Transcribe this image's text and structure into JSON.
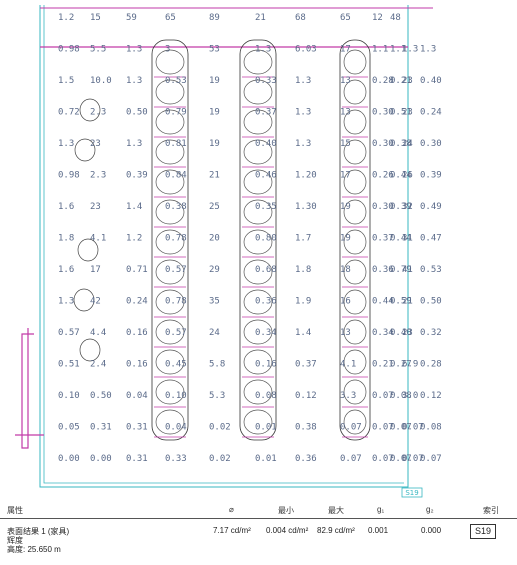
{
  "table": {
    "headers": {
      "attr": "属性",
      "avg": "⌀",
      "min": "最小",
      "max": "最大",
      "g1": "g₁",
      "g2": "g₂",
      "index": "索引"
    },
    "result": {
      "name": "表面结果 1 (家具)",
      "quantity": "辉度",
      "height": "高度: 25.650 m",
      "avg": "7.17 cd/m²",
      "min": "0.004 cd/m²",
      "max": "82.9 cd/m²",
      "g1": "0.001",
      "g2": "0.000",
      "index": "S19"
    }
  },
  "plan": {
    "badge": "S19",
    "rows": [
      [
        "1.2",
        "15",
        "59",
        "65",
        "89",
        "21",
        "68",
        "65",
        "12",
        "48",
        "",
        ""
      ],
      [
        "0.98",
        "5.5",
        "1.3",
        "3",
        "53",
        "1.3",
        "6.03",
        "17",
        "1.1",
        "1.1",
        "1.3",
        "1.3"
      ],
      [
        "1.5",
        "10.0",
        "1.3",
        "0.53",
        "19",
        "0.33",
        "1.3",
        "13",
        "0.28",
        "0.21",
        "23",
        "0.40"
      ],
      [
        "0.72",
        "2.3",
        "0.50",
        "0.79",
        "19",
        "0.37",
        "1.3",
        "13",
        "0.30",
        "0.51",
        "23",
        "0.24"
      ],
      [
        "1.3",
        "23",
        "1.3",
        "0.81",
        "19",
        "0.40",
        "1.3",
        "15",
        "0.30",
        "0.38",
        "24",
        "0.30"
      ],
      [
        "0.98",
        "2.3",
        "0.39",
        "0.84",
        "21",
        "0.46",
        "1.20",
        "17",
        "0.26",
        "0.44",
        "26",
        "0.39"
      ],
      [
        "1.6",
        "23",
        "1.4",
        "0.38",
        "25",
        "0.35",
        "1.30",
        "19",
        "0.30",
        "0.39",
        "32",
        "0.49"
      ],
      [
        "1.8",
        "4.1",
        "1.2",
        "0.78",
        "20",
        "0.80",
        "1.7",
        "19",
        "0.37",
        "0.44",
        "31",
        "0.47"
      ],
      [
        "1.6",
        "17",
        "0.71",
        "0.57",
        "29",
        "0.68",
        "1.8",
        "18",
        "0.36",
        "0.79",
        "41",
        "0.53"
      ],
      [
        "1.3",
        "42",
        "0.24",
        "0.78",
        "35",
        "0.36",
        "1.9",
        "16",
        "0.44",
        "0.59",
        "21",
        "0.50"
      ],
      [
        "0.57",
        "4.4",
        "0.16",
        "0.57",
        "24",
        "0.34",
        "1.4",
        "13",
        "0.34",
        "0.40",
        "23",
        "0.32"
      ],
      [
        "0.51",
        "2.4",
        "0.16",
        "0.45",
        "5.8",
        "0.16",
        "0.37",
        "4.1",
        "0.21",
        "0.27",
        "6.9",
        "0.28"
      ],
      [
        "0.10",
        "0.50",
        "0.04",
        "0.10",
        "5.3",
        "0.08",
        "0.12",
        "3.3",
        "0.07",
        "0.08",
        "3.0",
        "0.12"
      ],
      [
        "0.05",
        "0.31",
        "0.31",
        "0.04",
        "0.02",
        "0.01",
        "0.38",
        "0.07",
        "0.07",
        "0.07",
        "0.07",
        "0.08"
      ],
      [
        "0.00",
        "0.00",
        "0.31",
        "0.33",
        "0.02",
        "0.01",
        "0.36",
        "0.07",
        "0.07",
        "0.07",
        "0.07",
        "0.07"
      ]
    ]
  }
}
